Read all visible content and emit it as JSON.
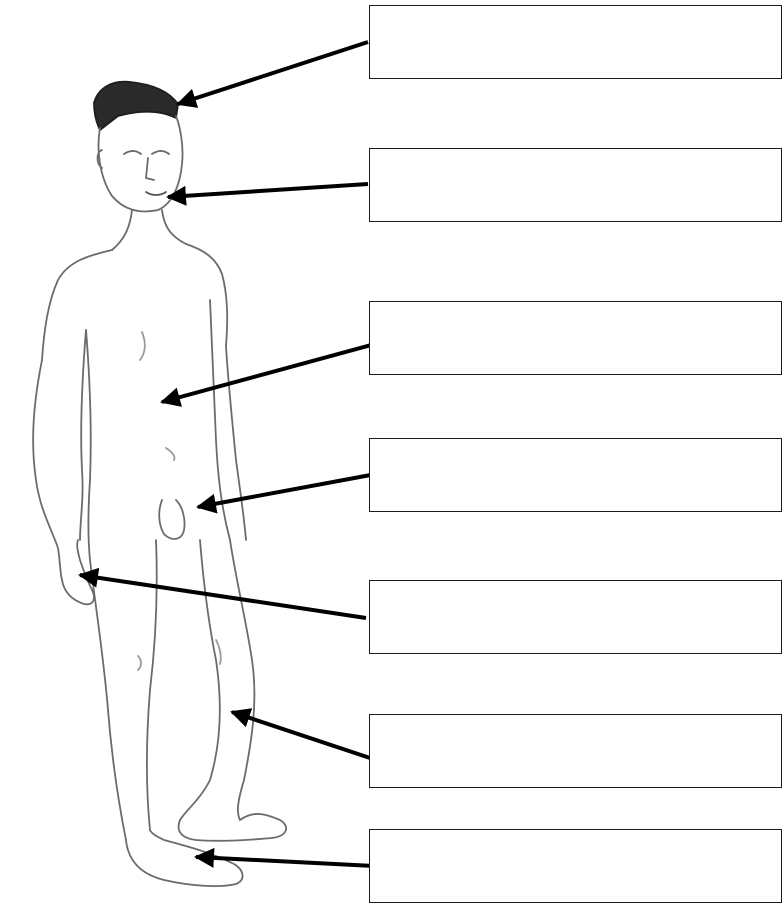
{
  "diagram": {
    "colors": {
      "figure_outline": "#6b6b6b",
      "arrow": "#000000",
      "box_border": "#1a1a1a",
      "background": "#ffffff"
    },
    "labels": [
      {
        "id": "hair",
        "text": ""
      },
      {
        "id": "mouth",
        "text": ""
      },
      {
        "id": "chest",
        "text": ""
      },
      {
        "id": "genitals",
        "text": ""
      },
      {
        "id": "hand",
        "text": ""
      },
      {
        "id": "knee",
        "text": ""
      },
      {
        "id": "foot",
        "text": ""
      }
    ]
  }
}
